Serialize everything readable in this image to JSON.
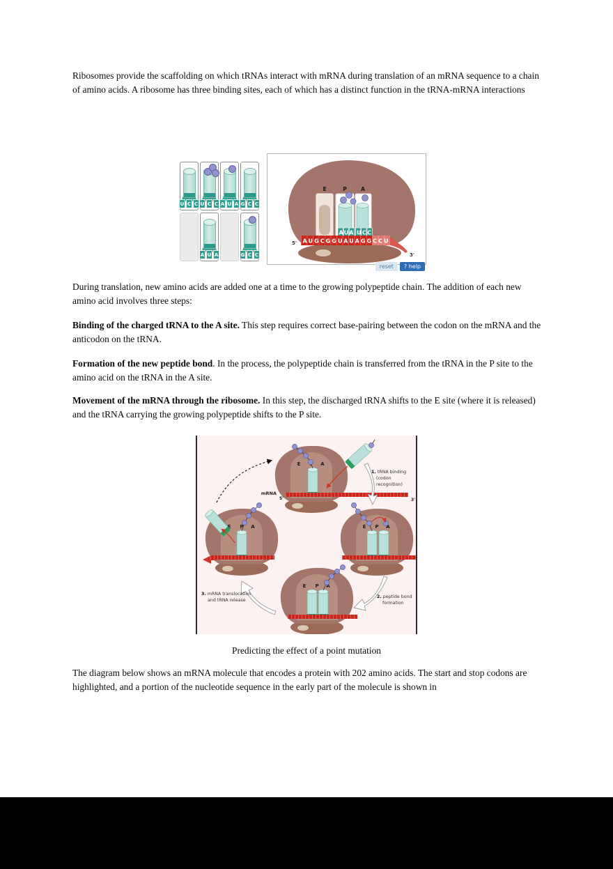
{
  "paragraphs": {
    "intro": "Ribosomes provide the scaffolding on which tRNAs interact with mRNA during translation of an mRNA sequence to a chain of amino acids. A ribosome has three binding sites, each of which has a distinct function in the tRNA-mRNA interactions",
    "during": "During translation, new amino acids are added one at a time to the growing polypeptide chain. The addition of each new amino acid involves three steps:",
    "step1_bold": "Binding of the charged tRNA to the A site.",
    "step1_rest": " This step requires correct base-pairing between the codon on the mRNA and the anticodon on the tRNA.",
    "step2_bold": "Formation of the new peptide bond",
    "step2_rest": ". In the process, the polypeptide chain is transferred from the tRNA in the P site to the amino acid on the tRNA in the A site.",
    "step3_bold": "Movement of the mRNA through the ribosome.",
    "step3_rest": " In this step, the discharged tRNA shifts to the E site (where it is released) and the tRNA carrying the growing polypeptide shifts to the P site.",
    "caption": "Predicting the effect of a point mutation",
    "closing": "The diagram below shows an mRNA molecule that encodes a protein with 202 amino acids. The start and stop codons are highlighted, and a portion of the nucleotide sequence in the early part of the molecule is shown in"
  },
  "figure1": {
    "tray": {
      "cards": [
        {
          "anticodon": "UCC",
          "beads": 0
        },
        {
          "anticodon": "UCC",
          "beads": 3
        },
        {
          "anticodon": "AUA",
          "beads": 1
        },
        {
          "anticodon": "GCC",
          "beads": 0
        },
        {
          "empty": true
        },
        {
          "anticodon": "AUA",
          "beads": 0
        },
        {
          "empty": true
        },
        {
          "anticodon": "GCC",
          "beads": 1
        }
      ]
    },
    "ribosome": {
      "site_e": "E",
      "site_p": "P",
      "site_a": "A",
      "p_anticodon": "AUA",
      "a_anticodon": "UCC",
      "mrna": "AUGCGGUAUAGGCCU",
      "five_prime": "5'",
      "three_prime": "3'"
    },
    "buttons": {
      "reset": "reset",
      "help": "? help"
    }
  },
  "figure2": {
    "sites": {
      "e": "E",
      "p": "P",
      "a": "A"
    },
    "mrna_label": "mRNA",
    "five_prime": "5'",
    "three_prime": "3'",
    "step1": {
      "num": "1.",
      "line1": "tRNA binding",
      "line2": "(codon",
      "line3": "recognition)"
    },
    "step2": {
      "num": "2.",
      "line1": "peptide bond",
      "line2": "formation"
    },
    "step3": {
      "num": "3.",
      "line1": "mRNA translocation",
      "line2": "and tRNA release"
    }
  },
  "colors": {
    "ribosome_body": "#a4756a",
    "ribosome_lower": "#9b6a58",
    "trna": "#b9e0da",
    "trna_band": "#2c9a8c",
    "anticodon_box": "#2f9e91",
    "mrna_red": "#c9271e",
    "bead_purple": "#9193cc",
    "figure2_bg": "#fbf2f1"
  }
}
